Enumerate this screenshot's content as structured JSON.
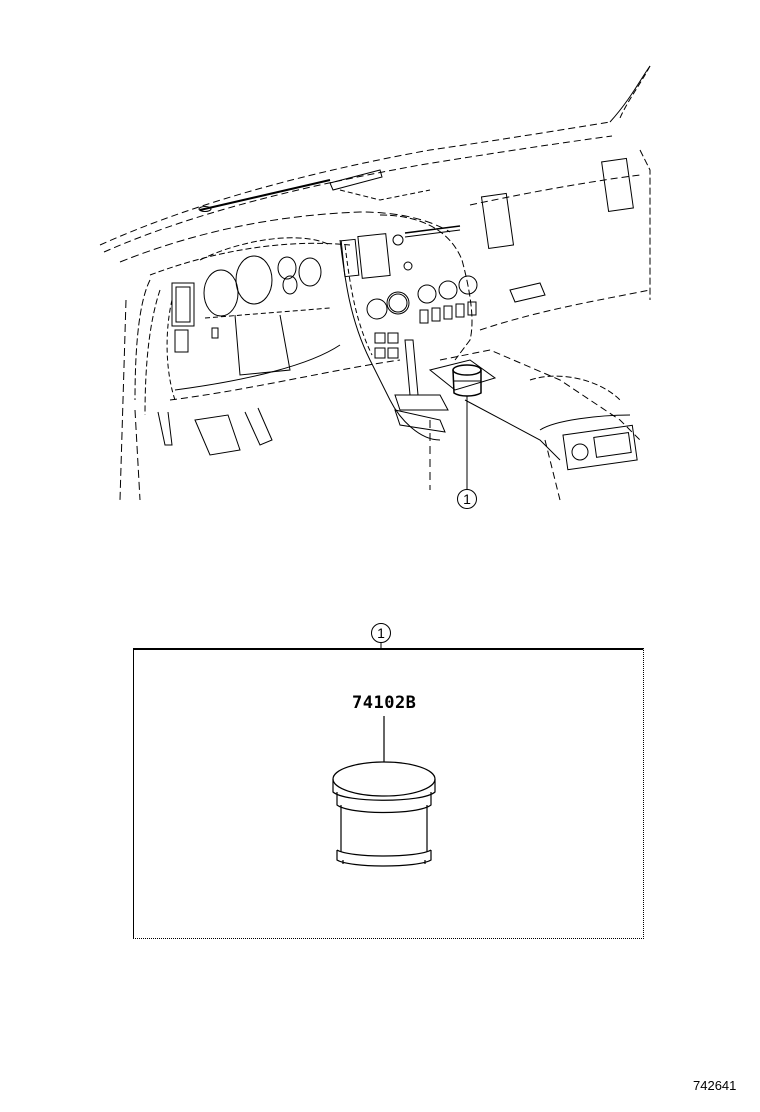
{
  "diagram": {
    "overview": {
      "description": "Instrument panel / dashboard line drawing with center console",
      "callouts": [
        {
          "label": "1",
          "target": "cup-holder"
        }
      ]
    },
    "detail": {
      "callout_label": "1",
      "parts": [
        {
          "part_number": "74102B",
          "name": "cup holder"
        }
      ]
    },
    "figure_number": "742641"
  }
}
